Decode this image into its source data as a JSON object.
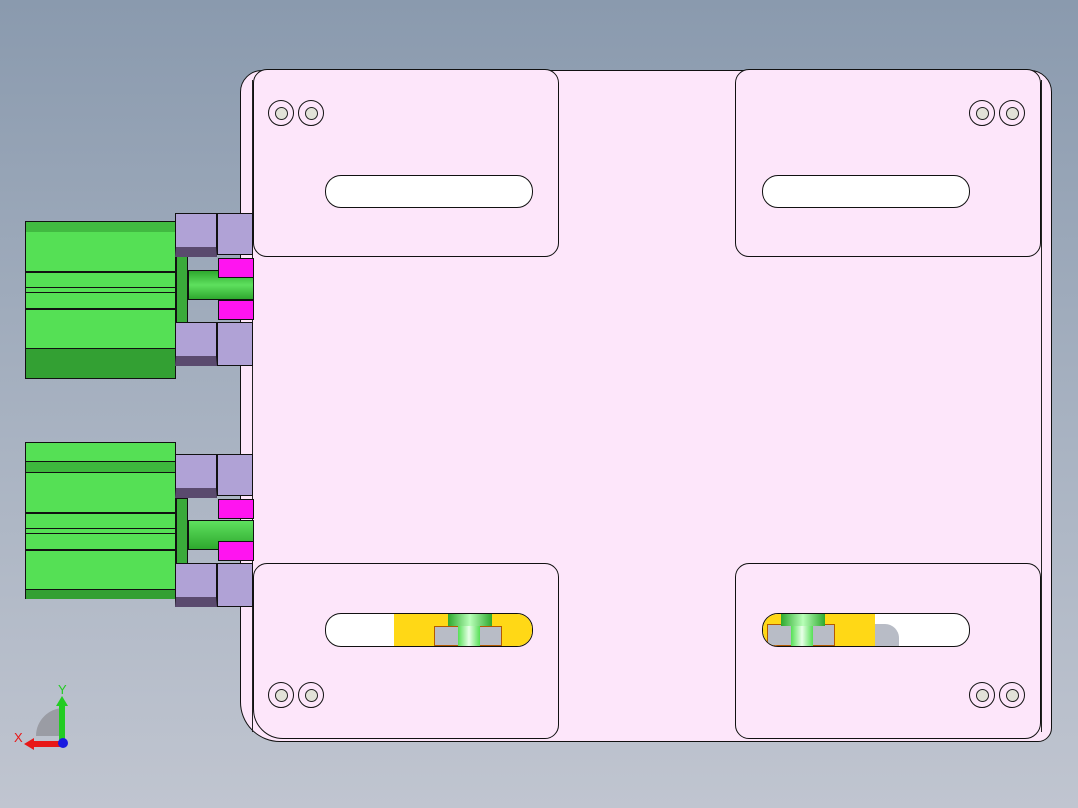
{
  "viewport": {
    "background_top": "#8a9aae",
    "background_bottom": "#c0c5d0"
  },
  "model": {
    "name": "cylinder-mount-plate-assembly",
    "colors": {
      "plate": "#fde6fa",
      "cylinder": "#55e055",
      "cylinder_dark": "#33a033",
      "bracket": "#b0a2d6",
      "bracket_dark": "#5a4a6e",
      "clevis": "#ff14f0",
      "slider": "#ffd816"
    }
  },
  "triad": {
    "x_label": "X",
    "y_label": "Y",
    "x_color": "#e81818",
    "y_color": "#22cc22",
    "z_color": "#1a1ae0"
  }
}
